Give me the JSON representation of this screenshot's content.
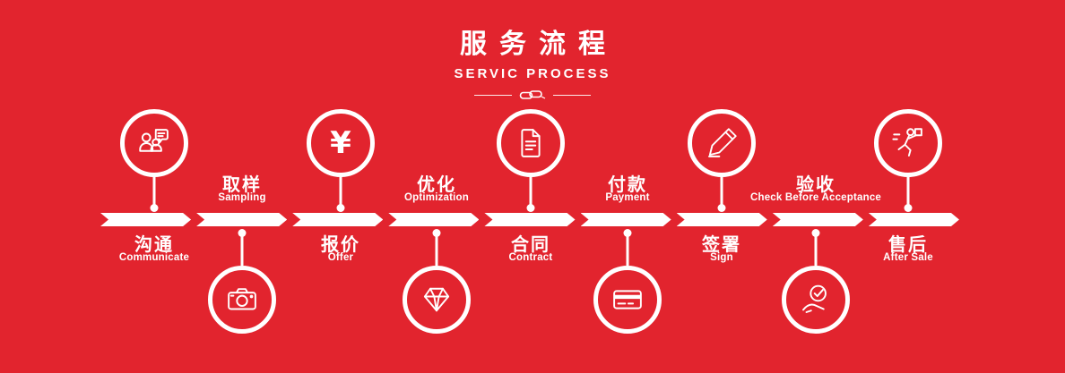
{
  "header": {
    "title_zh": "服务流程",
    "title_en": "SERVIC PROCESS",
    "divider_icon": "chain-link-icon"
  },
  "colors": {
    "background": "#e2242e",
    "foreground": "#ffffff"
  },
  "icons": {
    "yuan_glyph": "¥"
  },
  "steps": [
    {
      "zh": "沟通",
      "en": "Communicate",
      "icon": "people-chat-icon",
      "position": "top"
    },
    {
      "zh": "取样",
      "en": "Sampling",
      "icon": "camera-icon",
      "position": "bottom"
    },
    {
      "zh": "报价",
      "en": "Offer",
      "icon": "yuan-icon",
      "position": "top"
    },
    {
      "zh": "优化",
      "en": "Optimization",
      "icon": "diamond-icon",
      "position": "bottom"
    },
    {
      "zh": "合同",
      "en": "Contract",
      "icon": "document-icon",
      "position": "top"
    },
    {
      "zh": "付款",
      "en": "Payment",
      "icon": "credit-card-icon",
      "position": "bottom"
    },
    {
      "zh": "签署",
      "en": "Sign",
      "icon": "pencil-icon",
      "position": "top"
    },
    {
      "zh": "验收",
      "en": "Check Before Acceptance",
      "icon": "hand-check-icon",
      "position": "bottom"
    },
    {
      "zh": "售后",
      "en": "After Sale",
      "icon": "delivery-runner-icon",
      "position": "top"
    }
  ]
}
